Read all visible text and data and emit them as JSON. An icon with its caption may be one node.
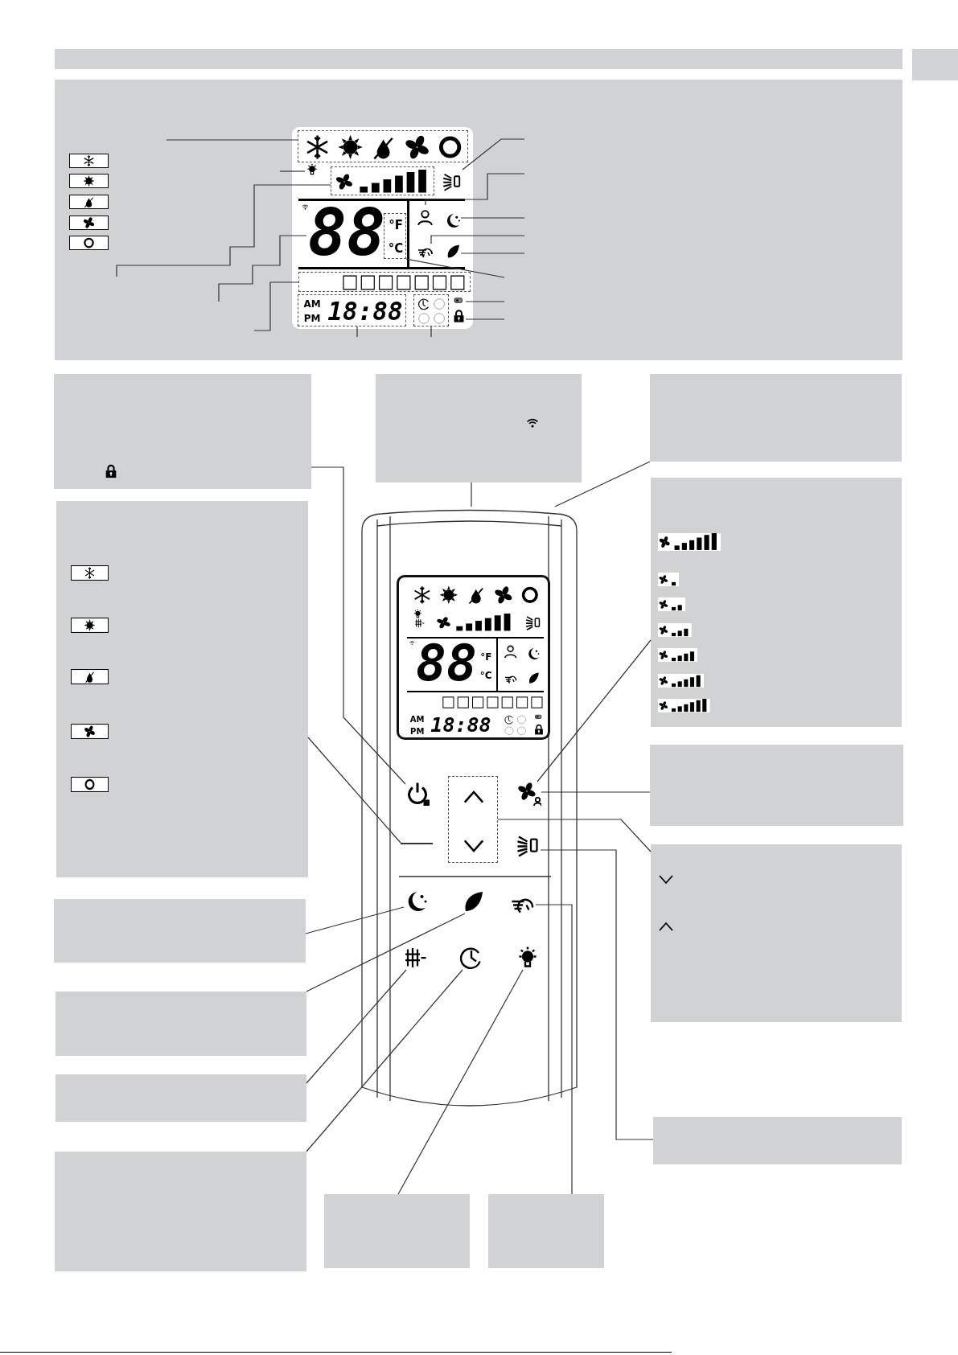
{
  "diagram": {
    "nodes": [
      {
        "text": [],
        "shape": "box"
      },
      {
        "text": [],
        "shape": "display",
        "in": 0
      },
      {
        "text": [],
        "shape": "box",
        "in": 1
      },
      {
        "text": [],
        "shape": "icon",
        "in": 1
      },
      {
        "text": [],
        "shape": "box",
        "in": 1
      },
      {
        "text": [],
        "shape": "icon",
        "in": 1
      },
      {
        "text": [],
        "shape": "icon",
        "in": 1
      },
      {
        "text": [],
        "shape": "icon",
        "in": 1
      },
      {
        "text": [],
        "shape": "icon",
        "in": 1
      },
      {
        "text": [],
        "shape": "icon",
        "in": 1
      },
      {
        "text": [
          "88"
        ],
        "in": 1
      },
      {
        "text": [
          "°F",
          "°C"
        ],
        "in": 1
      },
      {
        "text": [],
        "shape": "box",
        "in": 1
      },
      {
        "text": [
          "AM",
          "PM",
          "18:88"
        ],
        "in": 1
      },
      {
        "text": [],
        "shape": "box",
        "in": 1
      },
      {
        "text": [],
        "shape": "icon",
        "in": 1
      },
      {
        "text": [],
        "shape": "icon",
        "in": 1
      },
      {
        "text": [],
        "shape": "box"
      },
      {
        "text": [],
        "shape": "box"
      },
      {
        "text": [],
        "shape": "box"
      },
      {
        "text": [],
        "shape": "box"
      },
      {
        "text": [],
        "shape": "box"
      },
      {
        "text": [],
        "shape": "box"
      },
      {
        "text": [],
        "shape": "box"
      },
      {
        "text": [],
        "shape": "box"
      },
      {
        "text": [],
        "shape": "box"
      },
      {
        "text": [],
        "shape": "box"
      },
      {
        "text": [],
        "shape": "box"
      },
      {
        "text": [],
        "shape": "box"
      },
      {
        "text": [],
        "shape": "box"
      },
      {
        "text": [],
        "shape": "box"
      },
      {
        "text": [],
        "shape": "remote"
      },
      {
        "text": [
          "88",
          "°F",
          "°C",
          "AM",
          "PM",
          "18:88"
        ],
        "in": 31
      },
      {
        "text": [],
        "shape": "icon",
        "in": 31
      },
      {
        "text": [],
        "shape": "icon",
        "in": 31
      },
      {
        "text": [],
        "shape": "box",
        "in": 31
      },
      {
        "text": [],
        "shape": "icon",
        "in": 31
      },
      {
        "text": [],
        "shape": "bar",
        "in": 31
      },
      {
        "text": [],
        "shape": "icon",
        "in": 31
      },
      {
        "text": [],
        "shape": "icon",
        "in": 31
      },
      {
        "text": [],
        "shape": "icon",
        "in": 31
      },
      {
        "text": [],
        "shape": "icon",
        "in": 31
      },
      {
        "text": [],
        "shape": "icon",
        "in": 31
      },
      {
        "text": [],
        "shape": "icon",
        "in": 31
      }
    ],
    "edges": [
      {
        "from": null,
        "to": 2,
        "arrow": "none"
      },
      {
        "from": null,
        "to": 3,
        "arrow": "none"
      },
      {
        "from": null,
        "to": 4,
        "arrow": "none"
      },
      {
        "from": null,
        "to": 10,
        "arrow": "none"
      },
      {
        "from": null,
        "to": 12,
        "arrow": "none"
      },
      {
        "from": null,
        "to": 13,
        "arrow": "none"
      },
      {
        "from": null,
        "to": 14,
        "arrow": "none"
      },
      {
        "from": null,
        "to": 5,
        "arrow": "none"
      },
      {
        "from": null,
        "to": 6,
        "arrow": "none"
      },
      {
        "from": null,
        "to": 7,
        "arrow": "none"
      },
      {
        "from": null,
        "to": 8,
        "arrow": "none"
      },
      {
        "from": null,
        "to": 9,
        "arrow": "none"
      },
      {
        "from": null,
        "to": 11,
        "arrow": "none"
      },
      {
        "from": null,
        "to": 15,
        "arrow": "none"
      },
      {
        "from": null,
        "to": 16,
        "arrow": "none"
      },
      {
        "from": 17,
        "to": 33,
        "arrow": "none"
      },
      {
        "from": 25,
        "to": 31,
        "arrow": "none"
      },
      {
        "from": 26,
        "to": 31,
        "arrow": "none"
      },
      {
        "from": 27,
        "to": 34,
        "arrow": "none"
      },
      {
        "from": 18,
        "to": 37,
        "arrow": "none"
      },
      {
        "from": 28,
        "to": 34,
        "arrow": "none"
      },
      {
        "from": 29,
        "to": 35,
        "arrow": "none"
      },
      {
        "from": 30,
        "to": 36,
        "arrow": "none"
      },
      {
        "from": 19,
        "to": 38,
        "arrow": "none"
      },
      {
        "from": 20,
        "to": 39,
        "arrow": "none"
      },
      {
        "from": 24,
        "to": 40,
        "arrow": "none"
      },
      {
        "from": 21,
        "to": 41,
        "arrow": "none"
      },
      {
        "from": 22,
        "to": 42,
        "arrow": "none"
      },
      {
        "from": 23,
        "to": 43,
        "arrow": "none"
      }
    ]
  }
}
